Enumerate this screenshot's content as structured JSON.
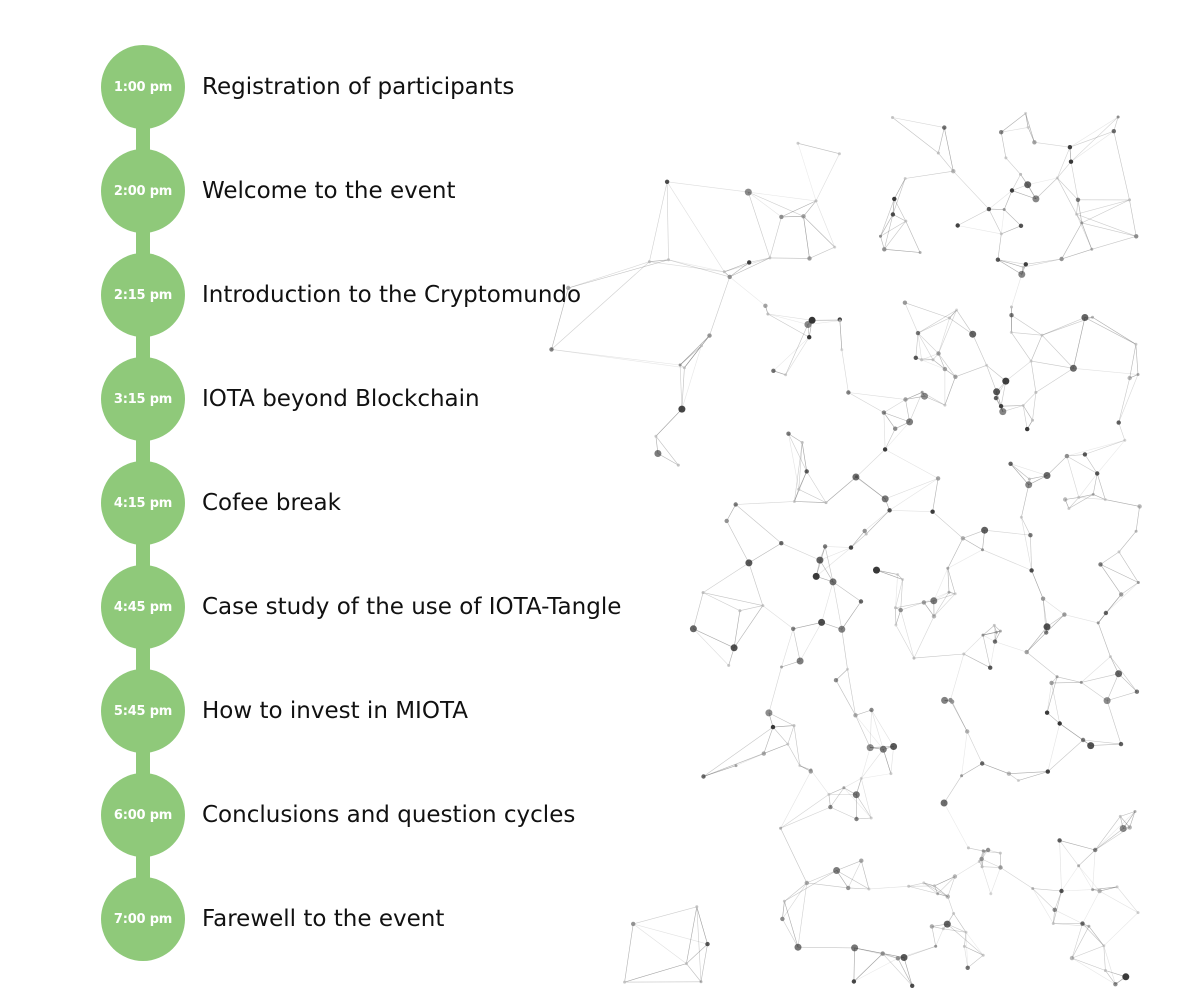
{
  "schedule": [
    {
      "time": "1:00 pm",
      "title": "Registration of participants"
    },
    {
      "time": "2:00 pm",
      "title": "Welcome to the event"
    },
    {
      "time": "2:15 pm",
      "title": "Introduction to the Cryptomundo"
    },
    {
      "time": "3:15 pm",
      "title": "IOTA beyond Blockchain"
    },
    {
      "time": "4:15 pm",
      "title": "Cofee break"
    },
    {
      "time": "4:45 pm",
      "title": "Case study of the use of IOTA-Tangle"
    },
    {
      "time": "5:45 pm",
      "title": "How to invest in MIOTA"
    },
    {
      "time": "6:00 pm",
      "title": "Conclusions and question cycles"
    },
    {
      "time": "7:00 pm",
      "title": "Farewell to the event"
    }
  ],
  "colors": {
    "accent": "#8fc97a",
    "text": "#111111",
    "network": "#555555"
  },
  "decoration": {
    "background_icon": "network-graph-illustration"
  }
}
